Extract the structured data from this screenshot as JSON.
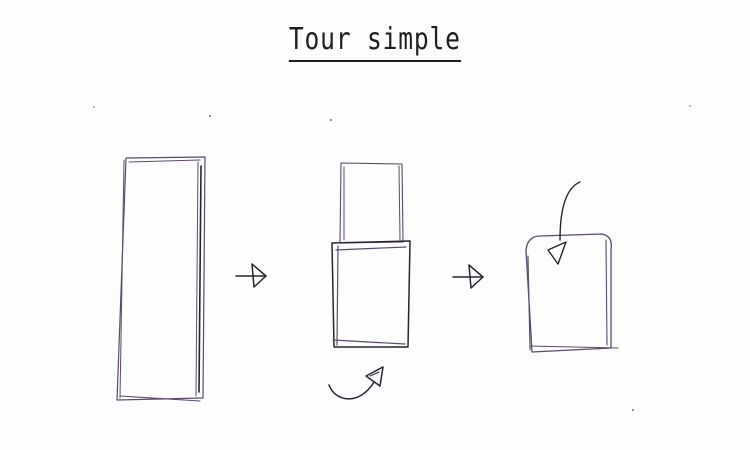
{
  "title": "Tour simple",
  "colors": {
    "ink": "#5a4a6e",
    "dark_ink": "#2a2430",
    "paper": "#fdfdfd"
  },
  "icons": [
    "right-arrow-icon",
    "curved-arrow-icon",
    "curved-arrow-icon"
  ],
  "steps": [
    {
      "name": "tall-strip"
    },
    {
      "name": "folded-strip"
    },
    {
      "name": "rolled-result"
    }
  ]
}
